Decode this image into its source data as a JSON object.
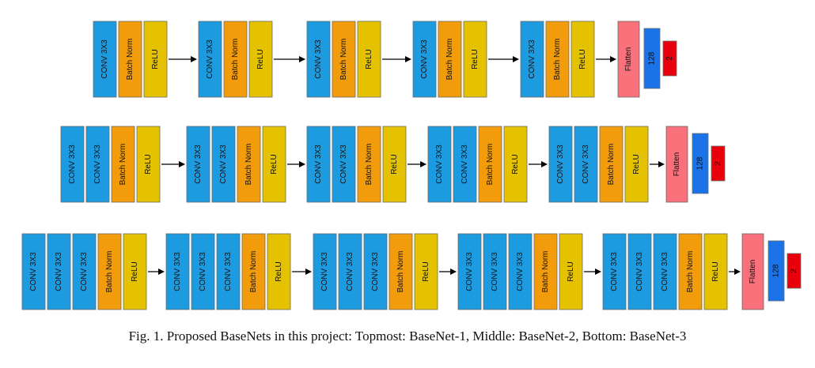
{
  "colors": {
    "conv": "#1d9be0",
    "batch_norm": "#f39c0b",
    "relu": "#e5c200",
    "flatten": "#f8717b",
    "dense_128": "#1a73e8",
    "dense_2": "#e8000c",
    "arrow": "#000000"
  },
  "labels": {
    "conv": "CONV 3X3",
    "batch_norm": "Batch Norm",
    "relu": "ReLU",
    "flatten": "Flatten",
    "dense_128": "128",
    "dense_2": "2"
  },
  "networks": [
    {
      "name": "BaseNet-1",
      "blocks": 5,
      "convs_per_block": 1
    },
    {
      "name": "BaseNet-2",
      "blocks": 5,
      "convs_per_block": 2
    },
    {
      "name": "BaseNet-3",
      "blocks": 5,
      "convs_per_block": 3
    }
  ],
  "caption": "Fig. 1.  Proposed BaseNets in this project: Topmost: BaseNet-1, Middle: BaseNet-2, Bottom: BaseNet-3"
}
